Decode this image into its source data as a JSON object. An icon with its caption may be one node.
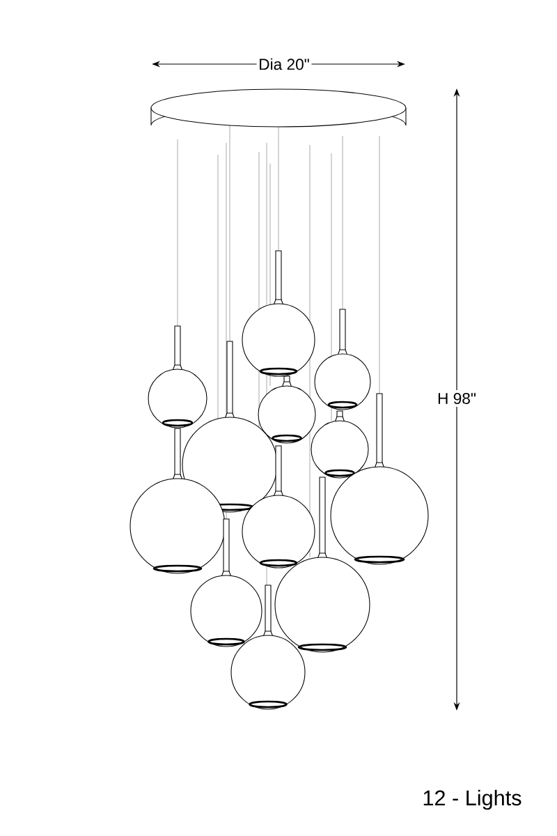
{
  "diagram": {
    "labels": [
      "Dia 20\"",
      "H 98\"",
      "12 - Lights"
    ]
  }
}
